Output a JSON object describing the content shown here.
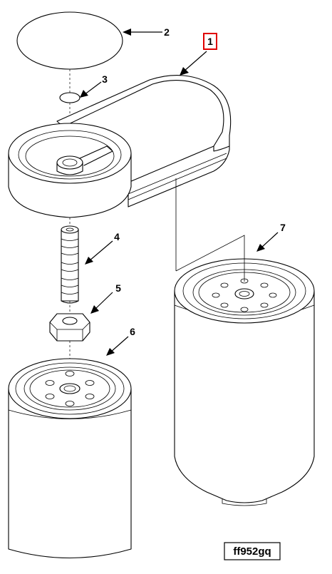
{
  "figure_code": "ff952gq",
  "callouts": [
    {
      "label": "1"
    },
    {
      "label": "2"
    },
    {
      "label": "3"
    },
    {
      "label": "4"
    },
    {
      "label": "5"
    },
    {
      "label": "6"
    },
    {
      "label": "7"
    }
  ],
  "highlight_color": "#e00000"
}
